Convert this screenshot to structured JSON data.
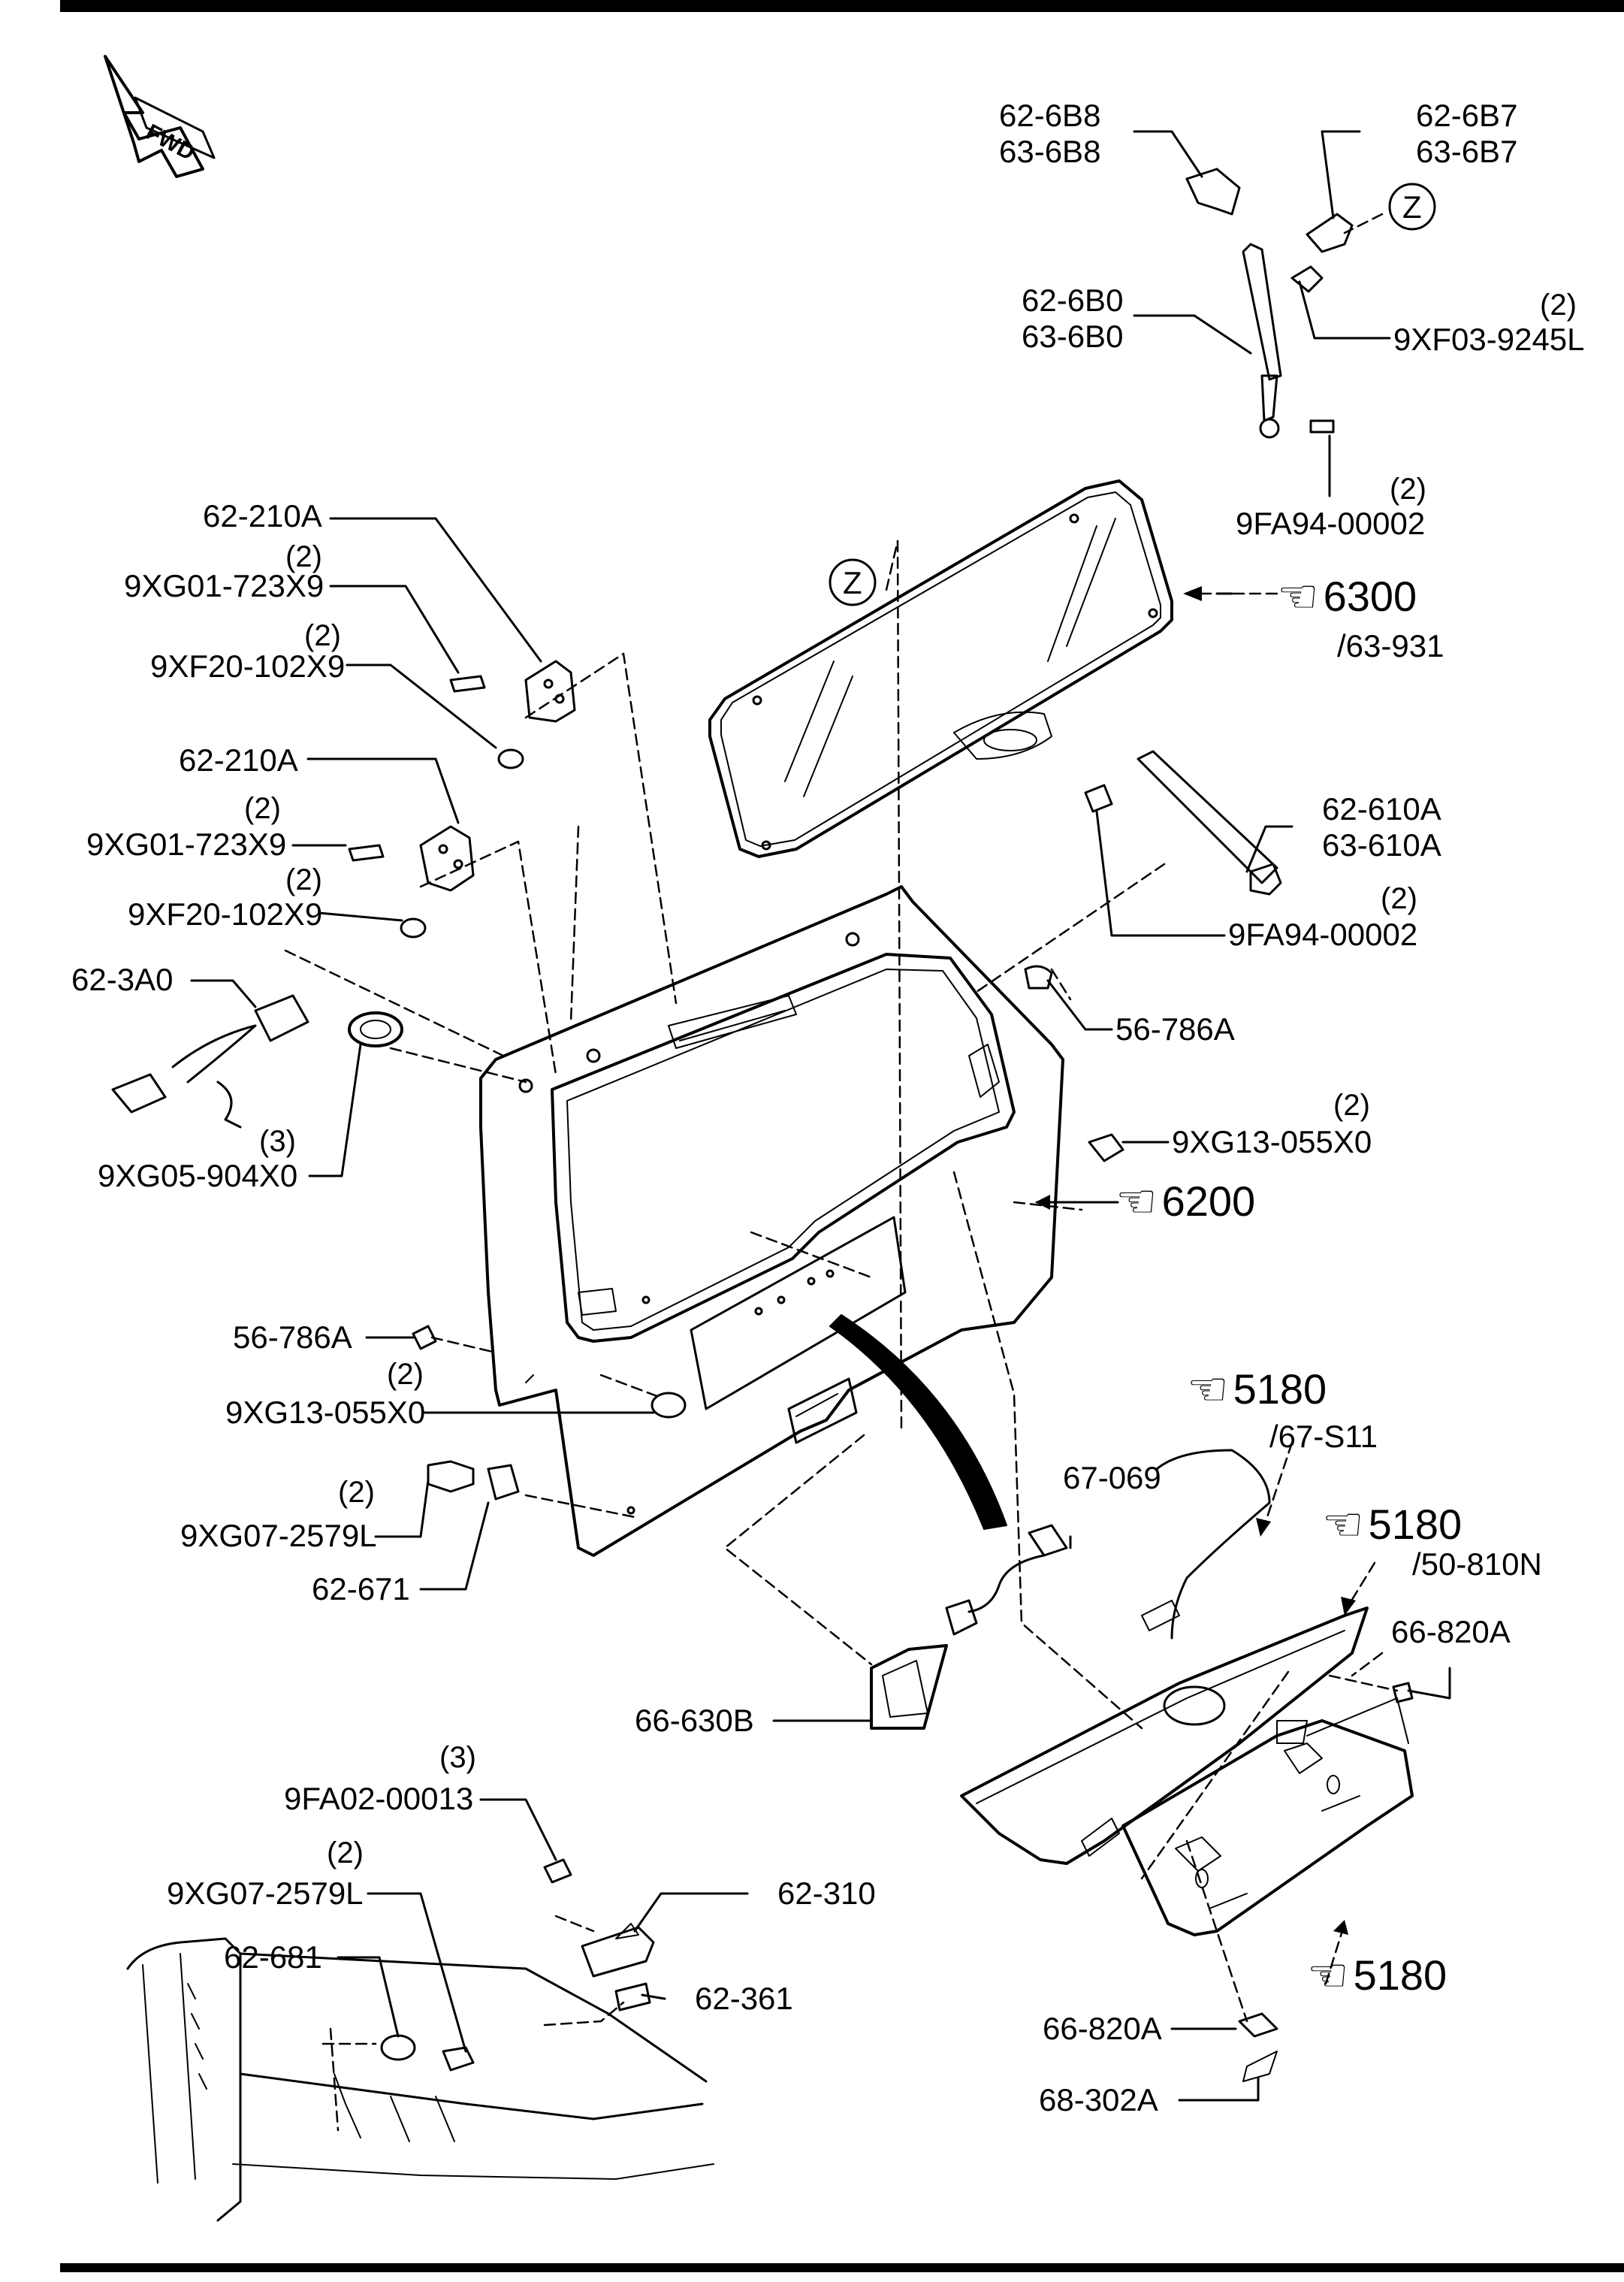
{
  "diagram": {
    "fwd_label": "FWD",
    "view_marker": "Z",
    "labels": {
      "hinge_upper": "62-210A",
      "bolt_upper": "9XG01-723X9",
      "bolt_upper_qty": "(2)",
      "washer_upper": "9XF20-102X9",
      "washer_upper_qty": "(2)",
      "hinge_lower": "62-210A",
      "bolt_lower": "9XG01-723X9",
      "bolt_lower_qty": "(2)",
      "washer_lower": "9XF20-102X9",
      "washer_lower_qty": "(2)",
      "harness_left": "62-3A0",
      "clip_left": "9XG05-904X0",
      "clip_left_qty": "(3)",
      "bracket_a": "62-6B8",
      "bracket_a2": "63-6B8",
      "bracket_b": "62-6B7",
      "bracket_b2": "63-6B7",
      "stay_upper": "62-6B0",
      "stay_upper2": "63-6B0",
      "bolt_stay": "9XF03-9245L",
      "bolt_stay_qty": "(2)",
      "stud_upper": "9FA94-00002",
      "stud_upper_qty": "(2)",
      "stay_lower": "62-610A",
      "stay_lower2": "63-610A",
      "stud_lower": "9FA94-00002",
      "stud_lower_qty": "(2)",
      "bumper_right": "56-786A",
      "screw_right": "9XG13-055X0",
      "screw_right_qty": "(2)",
      "bumper_left": "56-786A",
      "screw_left": "9XG13-055X0",
      "screw_left_qty": "(2)",
      "bolt_striker": "9XG07-2579L",
      "bolt_striker_qty": "(2)",
      "striker_plate": "62-671",
      "harness_center": "67-069",
      "handle": "66-630B",
      "nut_latch": "9FA02-00013",
      "nut_latch_qty": "(3)",
      "bolt_latch": "9XG07-2579L",
      "bolt_latch_qty": "(2)",
      "latch": "62-310",
      "grommet": "62-681",
      "stopper": "62-361",
      "lamp_right": "66-820A",
      "lamp_bottom": "66-820A",
      "lens": "68-302A"
    },
    "refs": {
      "glass": {
        "num": "6300",
        "sub": "/63-931"
      },
      "liftgate": {
        "num": "6200"
      },
      "garnish_upper": {
        "num": "5180",
        "sub": "/67-S11"
      },
      "garnish_mid": {
        "num": "5180",
        "sub": "/50-810N"
      },
      "garnish_lower": {
        "num": "5180"
      }
    },
    "line_color": "#000000"
  }
}
